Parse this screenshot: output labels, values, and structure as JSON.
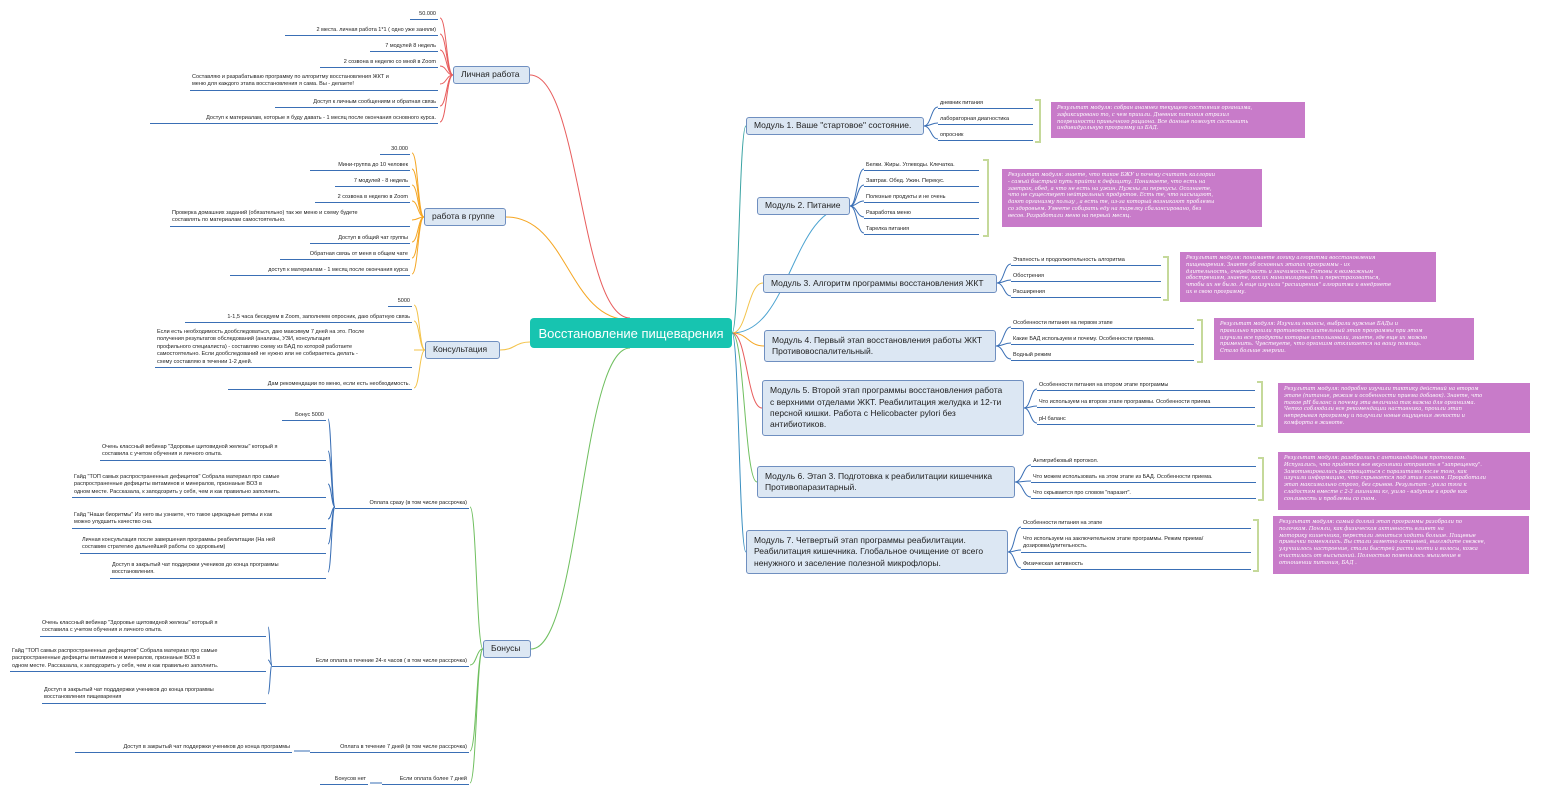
{
  "central": "Восстановление  пищеварения",
  "left": {
    "personal": {
      "label": "Личная работа",
      "items": [
        "50.000",
        "2 места.  личная работа 1*1 ( одно уже заняли)",
        "7 модулей 8 недель",
        "2 созвона в неделю со мной в Zoom",
        "Составляю и разрабатываю программу по алгоритму восстановления ЖКТ и\nменю для каждого этапа восстановления  я сама. Вы - делаете!",
        "Доступ к личным сообщениям и обратная связь",
        "Доступ к материалам, которые я буду давать - 1 месяц после окончания основного курса."
      ]
    },
    "group": {
      "label": "работа в группе",
      "items": [
        "30.000",
        "Мини-группа до 10 человек",
        "7 модулей - 8 недель",
        "2 созвона в неделю в Zoom",
        "Проверка домашних заданий (обязательно) так же меню и схему будете\nсоставлять по материалам самостоятельно.",
        "Доступ в общий чат группы",
        "Обратная связь от меня в общем чате",
        "доступ к материалам - 1 месяц после окончания курса"
      ]
    },
    "consult": {
      "label": "Консультация",
      "items": [
        "5000",
        "1-1,5 часа беседуем в Zoom, заполняем опросник, даю обратную связь",
        "Если есть необходимость дообследоваться, даю максимум 7 дней на это. После\nполучения результатов обследований (анализы, УЗИ, консультация\nпрофильного специалиста) -  составляю схему из БАД  по которой работаете\nсамостоятельно. Если дообследований не нужно или не собираетесь делать -\nсхему составляю в течении 1-2 дней.",
        "Дам рекомендации по меню, если есть необходимость."
      ]
    },
    "bonuses": {
      "label": "Бонусы",
      "g1": {
        "label": "Оплата сразу (в том числе рассрочка)",
        "items": [
          "Бонус 5000",
          "Очень классный вебинар \"Здоровье щитовидной железы\" который я\nсоставила с учетом обучения и личного опыта.",
          "Гайд \"ТОП самых распространенных дефицитов\" Собрала материал про самые\nраспространенные дефициты витаминов и  минералов, признаные ВОЗ в\nодном месте. Рассказала, к заподозрить у себя, чем и как правильно заполнить.",
          "Гайд \"Наши биоритмы\"  Из него вы узнаете, что такое циркадные ритмы и как\nможно улудшить качество сна.",
          "Личная консультация после завершения программы реабилитации (На ней\nсоставим стратегию дальнейшей работы со здоровьем)",
          "Доступ в закрытый чат поддержки учеников до конца программы\nвосстановления."
        ]
      },
      "g2": {
        "label": "Если оплата в течение 24-х часов ( в том числе рассрочка)",
        "items": [
          "Очень классный вебинар \"Здоровье щитовидной железы\" который я\nсоставила с учетом обучения и личного опыта.",
          "Гайд \"ТОП самых распространенных дефицитов\" Собрала материал про самые\nраспространенные дефициты витаминов и  минералов, признаные ВОЗ в\nодном месте. Рассказала, к заподозрить у себя, чем и как правильно заполнить.",
          "Доступ в закрытый чат  подддержки   учеников  до конца программы\nвосстановления пищеварения"
        ]
      },
      "g3": {
        "label": "Оплата в течение 7 дней (в том числе рассрочка)",
        "items": [
          "Доступ в закрытый чат поддержки учеников до конца программы"
        ]
      },
      "g4": {
        "label": "Если оплата более 7 дней",
        "items": [
          "Бонусов нет"
        ]
      }
    }
  },
  "right": [
    {
      "label": "Модуль 1. Ваше \"стартовое\" состояние.",
      "items": [
        "дневник питания",
        "лабораторная диагностика",
        "опросник"
      ],
      "note": "Результат модуля: собран анамнез текущего состояния организма,\nзафиксировано то, с чем пришли.  Дневник питания отразил\nпогрешности привычного рациона. Все данные помогут составить\nиндивидуальную программу из БАД."
    },
    {
      "label": "Модуль 2. Питание",
      "items": [
        "Белки. Жиры. Углеводы. Клечатка.",
        "Завтрак. Обед. Ужин. Перекус.",
        "Полезные продукты и не очень",
        "Разработка меню",
        "Тарелка питания"
      ],
      "note": "Результат модуля: знаете, что такое БЖУ и почему считать каллории\n- самый быстрый путь прийти к дефициту. Понимаете, что  есть на\nзавтрак, обед, а  что не есть на ужин. Нужны ли перекусы. Осознаете,\nчто не существует нейтральных продуктов. Есть те, что насыщают,\nдают организму пользу , а есть те, из-за который возникают проблемы\nсо здоровьем. Умеете собирать еду на тарелку сбалансировано, без\nвесов.  Разработали меню на  первый месяц."
    },
    {
      "label": "Модуль 3. Алгоритм программы восстановления ЖКТ",
      "items": [
        "Этапность и продолжительность  алгоритма",
        "Обострения",
        "Расширения"
      ],
      "note": "Результат модуля: понимаете логику алгоритма  восстановления\nпищеварения. Знаете  об основных  этапах  программы  - их\nдлительность, очередность и значимость. Готовы к  возможным\nобострениям, знаете, как их минимизировать и перестраховаться,\nчтобы их не было. А еще изучили \"расширения\" алгоритма и внедряете\nих  в свою программу."
    },
    {
      "label": "Модуль 4. Первый этап восстановления работы ЖКТ\nПротивовоспалительный.",
      "items": [
        "Особенности питания на первом этапе",
        "Какие БАД используем и почему. Особенности приема.",
        "Водный режим"
      ],
      "note": "Результат модуля:  Изучили нюансы, выбрали нужные БАДы и\nправильно прошли противовоспалительный этап программы при этом\nизучили все продукты которые использовали, знаете, где еще их можно\nприменить. Чувствуете, что организм откликается на вашу помощь.\nСтало больше энергии."
    },
    {
      "label": "Модуль 5.  Второй этап программы восстановления работа\nс верхними отделами ЖКТ. Реабилитация желудка и 12-ти\nперсной кишки. Работа с Helicobacter pylori без\nантибиотиков.",
      "items": [
        "Особенности питания на втором этапе программы",
        "Что используем на втором этапе программы. Особенности приема",
        "pH баланс"
      ],
      "note": "Результат модуля:  подробно изучили тактику действий на втором\nэтапе (питание, режим и особенности приема добавок). Знаете, что\nтакое pH баланс и почему эта величина так важна для организма.\nЧетко соблюдали все рекомендации наставника, прошли этап\nнепрерывая программу и получили новые ощущения легкости и\nкомфорта в животе."
    },
    {
      "label": "Модуль 6.  Этап 3. Подготовка к реабилитации кишечника\nПротивопаразитарный.",
      "items": [
        "Антигрибковый протокол.",
        "Что можем использовать на этом этапе из БАД. Особенности приема.",
        "Что скрывается про словом \"паразит\"."
      ],
      "note": "Результат модуля: разобрались с антикандидным протоколом.\nИспугались, что придется все вкусняшки отправить в \"запрещенку\".\nЗамотивировались распрощаться с паразитами после того, как\nизучили информацию, что скрывается под этим словом. Проработали\nэтап максимально строго, без срывов. Результат - ушла тяга к\nсладостям вместе с  2-3 лишними  кг, ушло - вздутие а вроде как\nсонливость и проблемы со сном."
    },
    {
      "label": "Модуль 7. Четвертый этап программы реабилитации.\nРеабилитация кишечника. Глобальное очищение от всего\nненужного и заселение полезной микрофлоры.",
      "items": [
        "Особенности питания на этапе",
        "Что используем на заключительном этапе программы. Режим приема/\nдозировки/длительность.",
        "Физическая активность"
      ],
      "note": "Результат модуля:  самый долгий этап программы разобрали по\nполочкам.  Поняли, как физическая активность влияет на\nмоторику кишечника, перестали лениться ходить больше. Пищевые\nпривычки поменялись. Вы стали заметно активней, выглядите свежее,\nулучшилось настроение, стали быстрей расти ногти и волосы, кожа\nочистилась от высыпаний. Полностью поменялось мышление в\nотношении питания, БАД ."
    }
  ],
  "colors": {
    "central": "#17c4b0",
    "topic_fill": "#dce7f3",
    "topic_border": "#6f8fc0",
    "note": "#c87bc9",
    "leaf_line": "#3a6fb5",
    "bracket": "#c5d99a"
  }
}
